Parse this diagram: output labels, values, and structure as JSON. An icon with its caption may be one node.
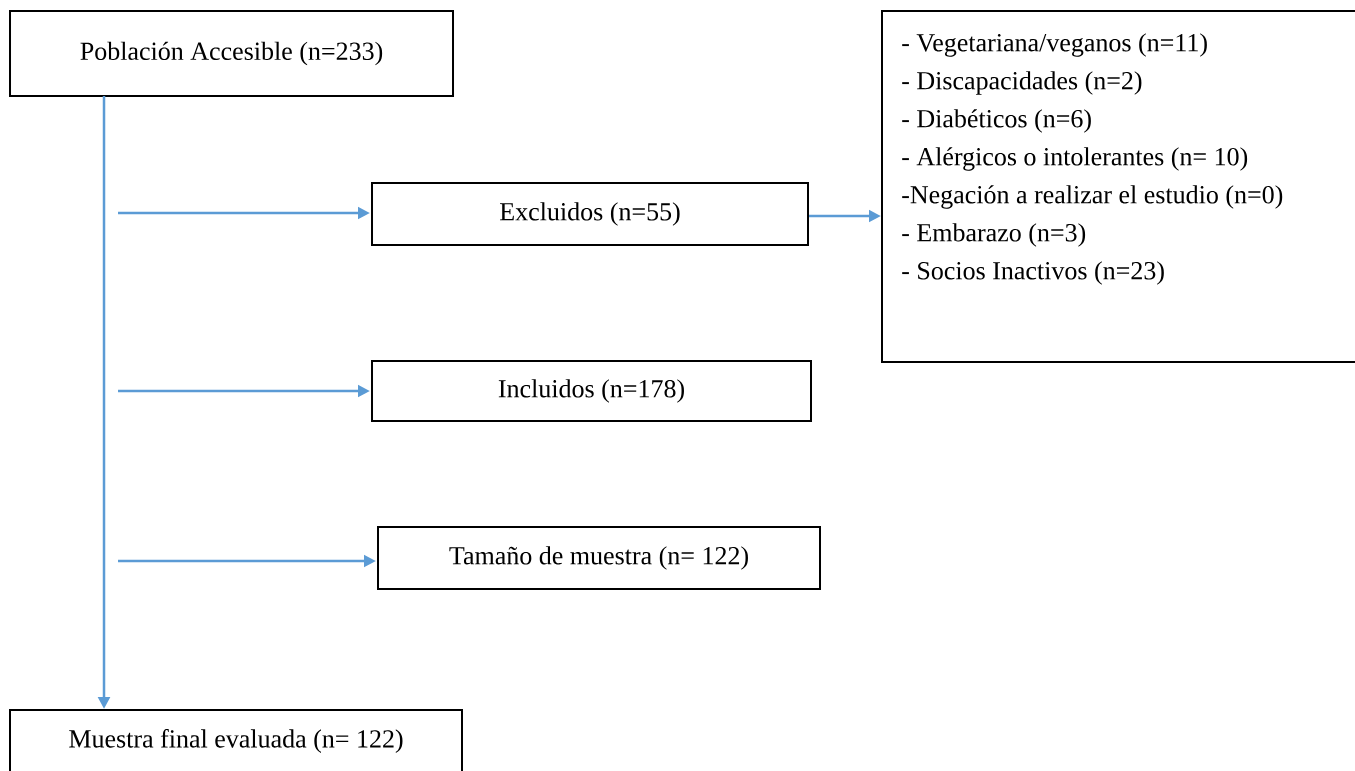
{
  "diagram": {
    "nodes": [
      {
        "text": [
          "Población Accesible (n=233)"
        ]
      },
      {
        "text": [
          "Excluidos (n=55)"
        ]
      },
      {
        "text": [
          "Incluidos (n=178)"
        ]
      },
      {
        "text": [
          "Tamaño de muestra (n= 122)"
        ]
      },
      {
        "text": [
          "- Vegetariana/veganos (n=11)",
          "- Discapacidades (n=2)",
          "- Diabéticos (n=6)",
          "- Alérgicos o intolerantes (n= 10)",
          "-Negación a realizar el estudio (n=0)",
          "- Embarazo (n=3)",
          "- Socios Inactivos (n=23)"
        ]
      },
      {
        "text": [
          "Muestra final evaluada (n= 122)"
        ]
      }
    ],
    "edges": [
      {
        "from": 0,
        "to": 5,
        "arrow": "to"
      },
      {
        "from": null,
        "to": 1,
        "arrow": "to"
      },
      {
        "from": null,
        "to": 2,
        "arrow": "to"
      },
      {
        "from": null,
        "to": 3,
        "arrow": "to"
      },
      {
        "from": 1,
        "to": 4,
        "arrow": "to"
      }
    ]
  }
}
